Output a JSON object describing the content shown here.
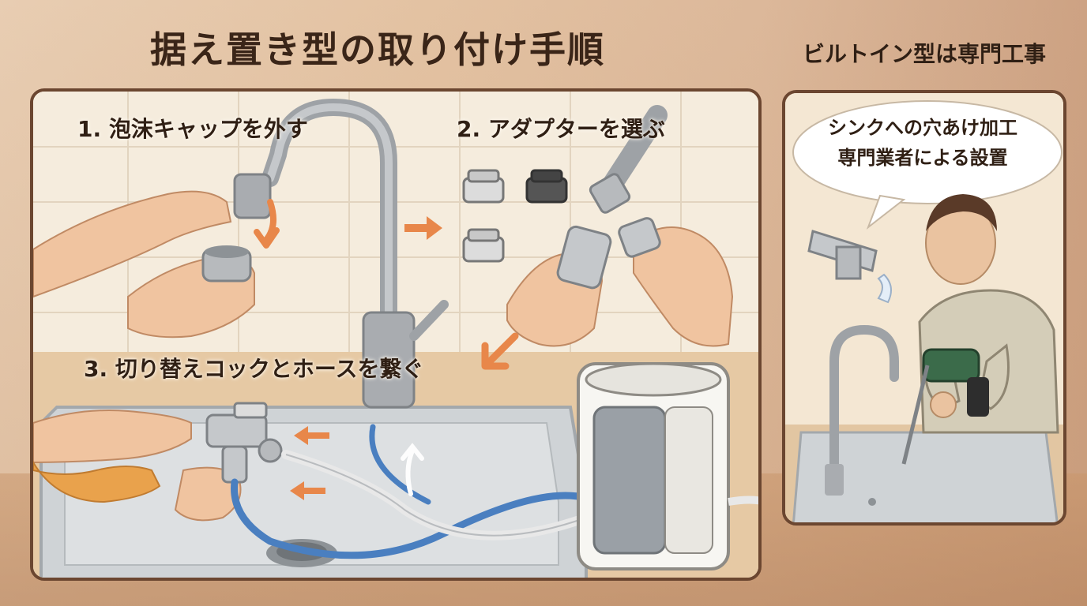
{
  "title": "据え置き型の取り付け手順",
  "steps": [
    {
      "label": "1. 泡沫キャップを外す"
    },
    {
      "label": "2. アダプターを選ぶ"
    },
    {
      "label": "3. 切り替えコックとホースを繋ぐ"
    }
  ],
  "side": {
    "title": "ビルトイン型は専門工事",
    "bubble_lines": [
      "シンクへの穴あけ加工",
      "専門業者による設置"
    ]
  },
  "colors": {
    "frame": "#6b4630",
    "arrow": "#e8874a",
    "hose_blue": "#4a7fc0",
    "hose_white": "#f4f4f4",
    "metal": "#a9acb0",
    "skin": "#f0c4a0"
  },
  "icons": [
    "down-arrow-icon",
    "right-arrow-icon",
    "down-left-arrow-icon",
    "left-arrow-icon",
    "up-arrow-icon"
  ]
}
